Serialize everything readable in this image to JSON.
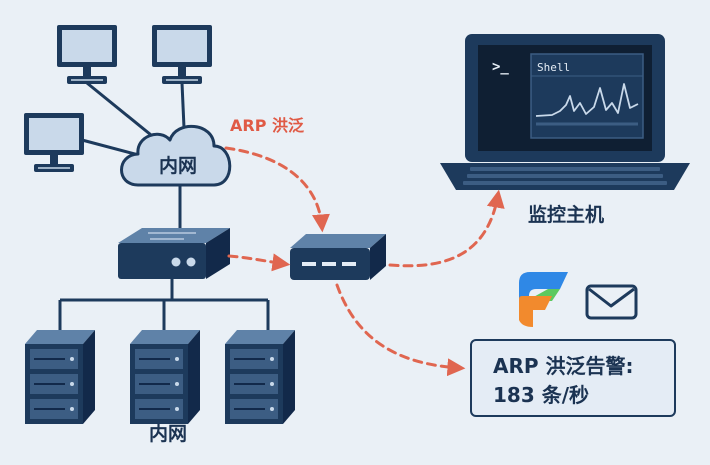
{
  "labels": {
    "cloud": "内网",
    "bottom_network": "内网",
    "arp_flood": "ARP 洪泛",
    "monitor_host": "监控主机",
    "shell_prompt": ">_",
    "shell_title": "Shell"
  },
  "alert": {
    "line1": "ARP 洪泛告警:",
    "line2": "183 条/秒"
  },
  "colors": {
    "background": "#eaf0f6",
    "device_dark": "#1d3a5c",
    "device_light": "#c9d9ea",
    "flow_arrow": "#e06650",
    "label_red": "#e05a45"
  },
  "icons": [
    "desktop-computer-icon",
    "cloud-icon",
    "network-switch-icon",
    "network-sensor-icon",
    "laptop-icon",
    "server-rack-icon",
    "app-logo-icon",
    "mail-icon"
  ]
}
